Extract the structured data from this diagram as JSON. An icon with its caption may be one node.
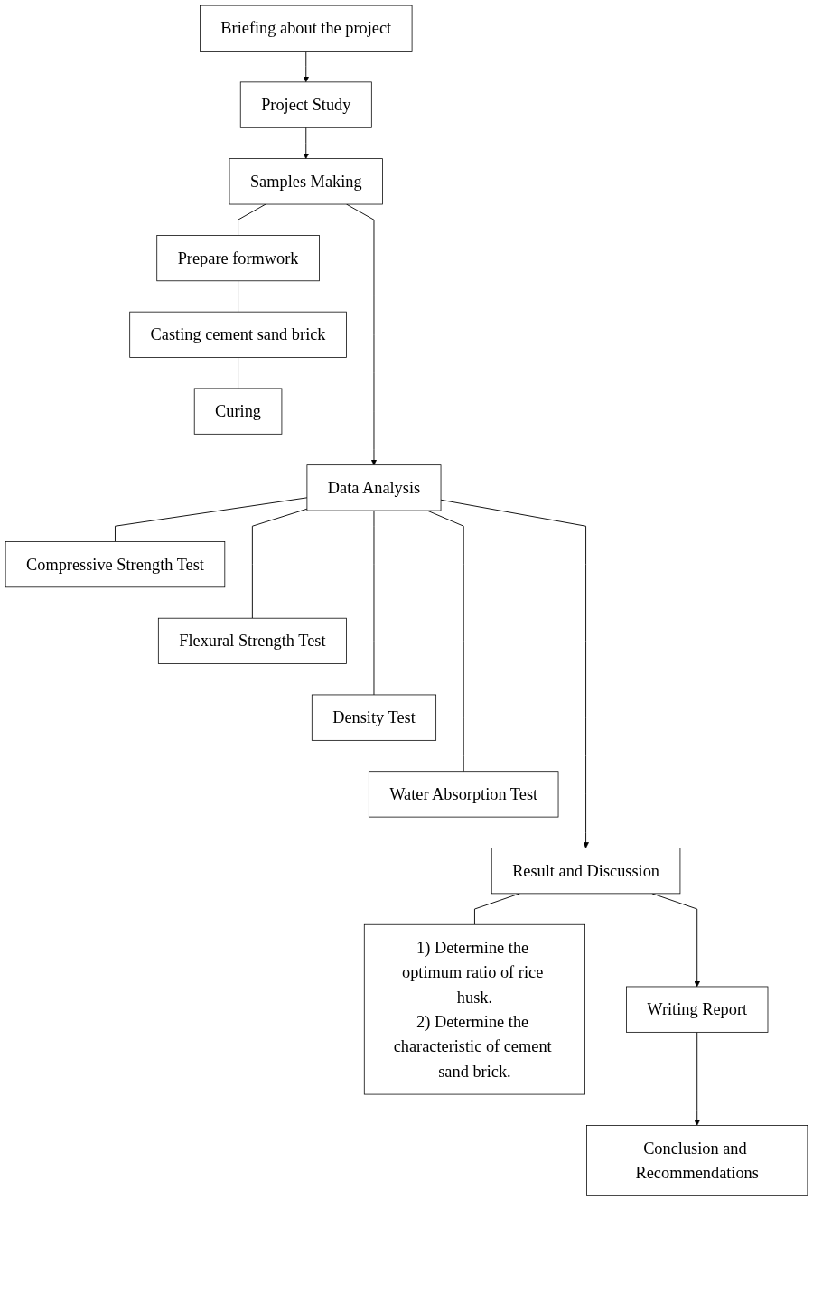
{
  "diagram": {
    "nodes": [
      {
        "text": [
          "Briefing about the project"
        ]
      },
      {
        "text": [
          "Project Study"
        ]
      },
      {
        "text": [
          "Samples Making"
        ]
      },
      {
        "text": [
          "Prepare formwork"
        ]
      },
      {
        "text": [
          "Casting cement sand brick"
        ]
      },
      {
        "text": [
          "Curing"
        ]
      },
      {
        "text": [
          "Data Analysis"
        ]
      },
      {
        "text": [
          "Compressive Strength Test"
        ]
      },
      {
        "text": [
          "Flexural Strength Test"
        ]
      },
      {
        "text": [
          "Density Test"
        ]
      },
      {
        "text": [
          "Water Absorption Test"
        ]
      },
      {
        "text": [
          "Result and Discussion"
        ]
      },
      {
        "text": [
          "1) Determine the optimum ratio of rice husk.",
          "2) Determine the characteristic of cement sand brick."
        ]
      },
      {
        "text": [
          "Writing Report"
        ]
      },
      {
        "text": [
          "Conclusion and Recommendations"
        ]
      }
    ],
    "edges": [
      {
        "from": 0,
        "to": 1,
        "arrow": "to"
      },
      {
        "from": 1,
        "to": 2,
        "arrow": "to"
      },
      {
        "from": 2,
        "to": 3,
        "arrow": "none"
      },
      {
        "from": 3,
        "to": 4,
        "arrow": "none"
      },
      {
        "from": 4,
        "to": 5,
        "arrow": "none"
      },
      {
        "from": 2,
        "to": 6,
        "arrow": "to"
      },
      {
        "from": 6,
        "to": 7,
        "arrow": "none"
      },
      {
        "from": 6,
        "to": 8,
        "arrow": "none"
      },
      {
        "from": 6,
        "to": 9,
        "arrow": "none"
      },
      {
        "from": 6,
        "to": 10,
        "arrow": "none"
      },
      {
        "from": 6,
        "to": 11,
        "arrow": "to"
      },
      {
        "from": 11,
        "to": 12,
        "arrow": "none"
      },
      {
        "from": 11,
        "to": 13,
        "arrow": "to"
      },
      {
        "from": 13,
        "to": 14,
        "arrow": "to"
      }
    ]
  }
}
